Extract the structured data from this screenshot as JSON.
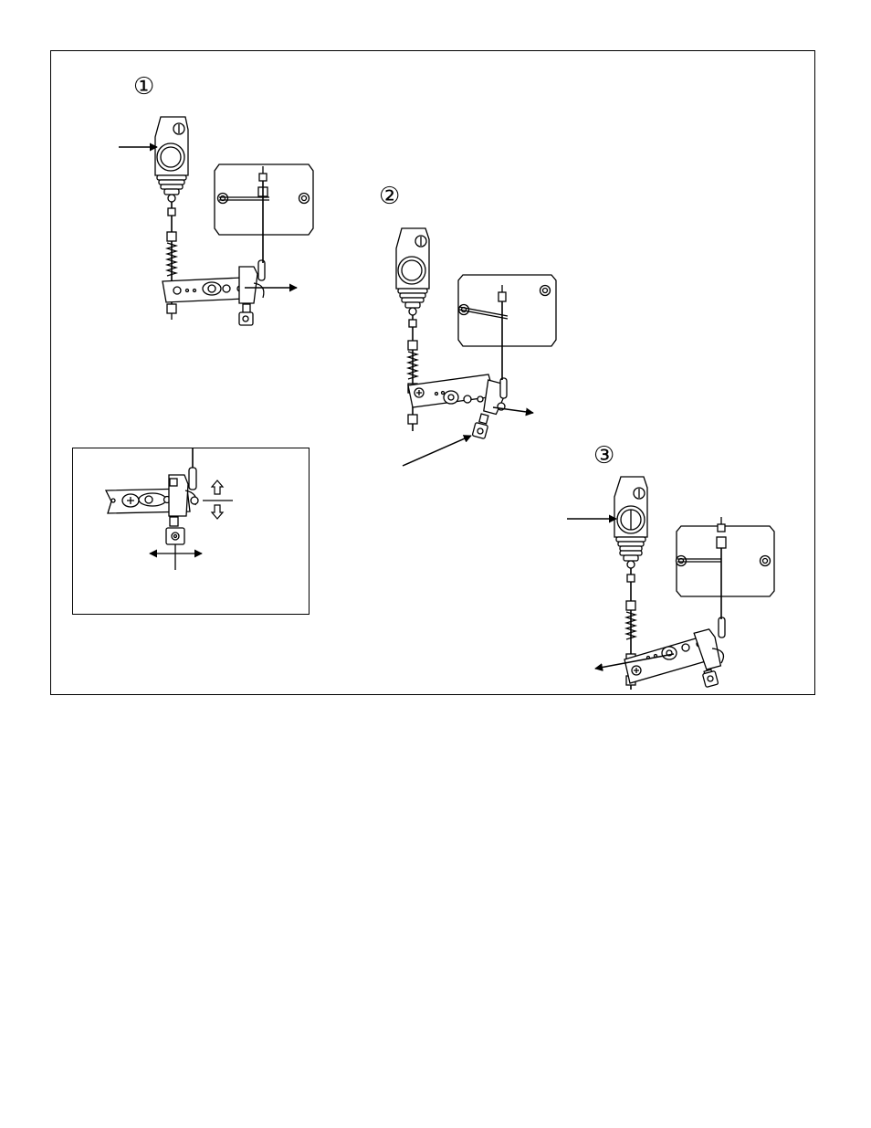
{
  "figure": {
    "steps": [
      {
        "number": "①"
      },
      {
        "number": "②"
      },
      {
        "number": "③"
      }
    ],
    "colors": {
      "line": "#000000",
      "background": "#ffffff",
      "fill": "#ffffff"
    }
  }
}
